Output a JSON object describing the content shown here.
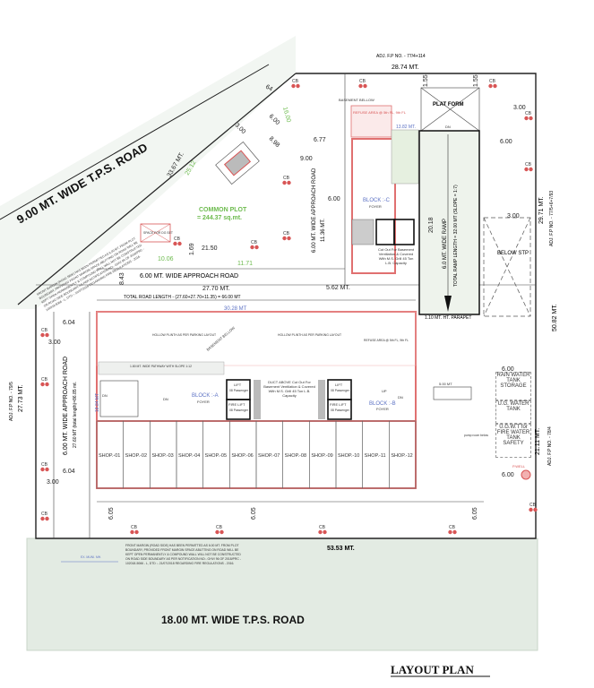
{
  "title": "LAYOUT PLAN",
  "roads": {
    "diagonal_road": "9.00 MT.  WIDE T.P.S.  ROAD",
    "front_road": "18.00 MT.  WIDE T.P.S.  ROAD",
    "approach_road_top": "6.00 MT. WIDE   APPROACH ROAD",
    "approach_road_left": "6.00 MT. WIDE APPROACH ROAD",
    "approach_road_left_length": "27.60 MT (total length)=86.85 mt.",
    "approach_road_blockc": "6.00 MT. WIDE APPROACH ROAD",
    "approach_road_blockc_length": "11.36 MT.",
    "total_road_length": "TOTAL ROAD LENGTH - (27.60+27.70+11.35) = 66.00 MT"
  },
  "adjacent": {
    "top": "ADJ. F.P NO. - 77/4+114",
    "right_upper": "ADJ. F.P NO. - 77/5+6+7/93",
    "right_lower": "ADJ. F.P NO. - 78/4",
    "left": "ADJ. F.P NO. - 79/5"
  },
  "dimensions": {
    "top_width": "28.74 MT.",
    "right_upper": "29.71 MT.",
    "right_total": "50.82 MT.",
    "right_lower": "21.11 MT.",
    "left": "27.73 MT.",
    "bottom": "53.53 MT.",
    "diagonal": "33.67 MT.",
    "diagonal_inner": "25.12",
    "road_27_70": "27.70 MT.",
    "building_width": "30.28 MT",
    "mt_5_62": "5.62 MT.",
    "mt_13_82": "13.82 MT.",
    "mt_5_00": "5.00 MT",
    "block_a_depth": "18.84 MT",
    "ramp_len": "20.18",
    "v_6_77": "6.77",
    "v_9_00": "9.00",
    "v_6_00": "6.00",
    "v_3_00": "3.00",
    "v_6_05": "6.05",
    "v_6_04": "6.04",
    "v_1_55": "1.55",
    "v_21_50": "21.50",
    "v_10_06": "10.06",
    "v_11_71": "11.71",
    "v_8_43": "8.43",
    "v_1_69": "1.69",
    "v_8_98": "8.98",
    "v_64": "64",
    "v_16_00": "16.00"
  },
  "common_plot": {
    "label": "COMMON PLOT",
    "area": "= 244.37 sq.mt."
  },
  "blocks": {
    "a": {
      "name": "BLOCK :-A",
      "foyer": "FOYER",
      "lift": "LIFT",
      "fire_lift": "FIRE LIFT",
      "passenger": "08 Passenger"
    },
    "b": {
      "name": "BLOCK :-B",
      "foyer": "FOYER"
    },
    "c": {
      "name": "BLOCK :-C",
      "foyer": "FOYER"
    }
  },
  "labels": {
    "platform": "PLAT FORM",
    "ramp": "6.0 MT. WIDE RAMP",
    "ramp_total": "TOTAL RAMP LENGTH = 32.00 MT (SLOPE = 1:7)",
    "parapet": "1.10 MT. HT. PARAPET",
    "below_stp": "BELOW STP",
    "rain_water": "RAIN WATER TANK STORAGE",
    "ug_water": "U.G. WATER TANK",
    "ugwt_fire": "U.G.W.T for FIRE WATER TANK SAFETY",
    "pump_room": "pump room below",
    "p_well": "P.WELL",
    "basement_below": "BASEMENT BELLOW",
    "refuse_area": "REFUSE AREA @ 5th FL, 9th FL",
    "hollow_plinth": "HOLLOW PLINTH AS PER PARKING LAYOUT",
    "pathway": "1.80 MT. WIDE PATHWAY WITH SLOPE 1:12",
    "duct_above": "DUCT ABOVE Cut Out For Basement Ventilation & Covered With M.S. Grill 45 Ton L.B. Capacity",
    "cutout": "Cut Out For Basement Ventilation & Covered With M.S. Grill 45 Ton L.B. Capacity",
    "space_dg": "SPACE FOR DG SET",
    "ex_muni": "EX. MUNI. MH.",
    "dn": "DN",
    "up": "UP",
    "cb": "CB"
  },
  "shops": [
    "SHOP.-01",
    "SHOP.-02",
    "SHOP.-03",
    "SHOP.-04",
    "SHOP.-05",
    "SHOP.-06",
    "SHOP.-07",
    "SHOP.-08",
    "SHOP.-09",
    "SHOP.-10",
    "SHOP.-11",
    "SHOP.-12"
  ],
  "notes": {
    "front_margin_lines": [
      "FRONT MARGIN (ROAD SIDE) HAS BEEN PERMITTED AS 6.00 MT. FROM PLOT",
      "BOUNDARY, PROVIDED FRONT MARGIN SPACE ABUTTING ON ROAD WILL BE",
      "KEPT OPEN PERMANENTLY & COMPOUND WALL WILL NOT BE CONSTRUCTED",
      "ON ROAD SIDE BOUNDARY AS PER NOTIFICATION NO:- GHV/ 96 OF 2018/PRC -",
      "102018-5066 - L,  DTD :- 21/07/2018 REGARDING FIRE REGULATIONS - 2016."
    ]
  },
  "colors": {
    "wall": "#e07070",
    "green_text": "#6dbb4e",
    "blue_text": "#5d72c4",
    "road": "#e3ebe3"
  }
}
